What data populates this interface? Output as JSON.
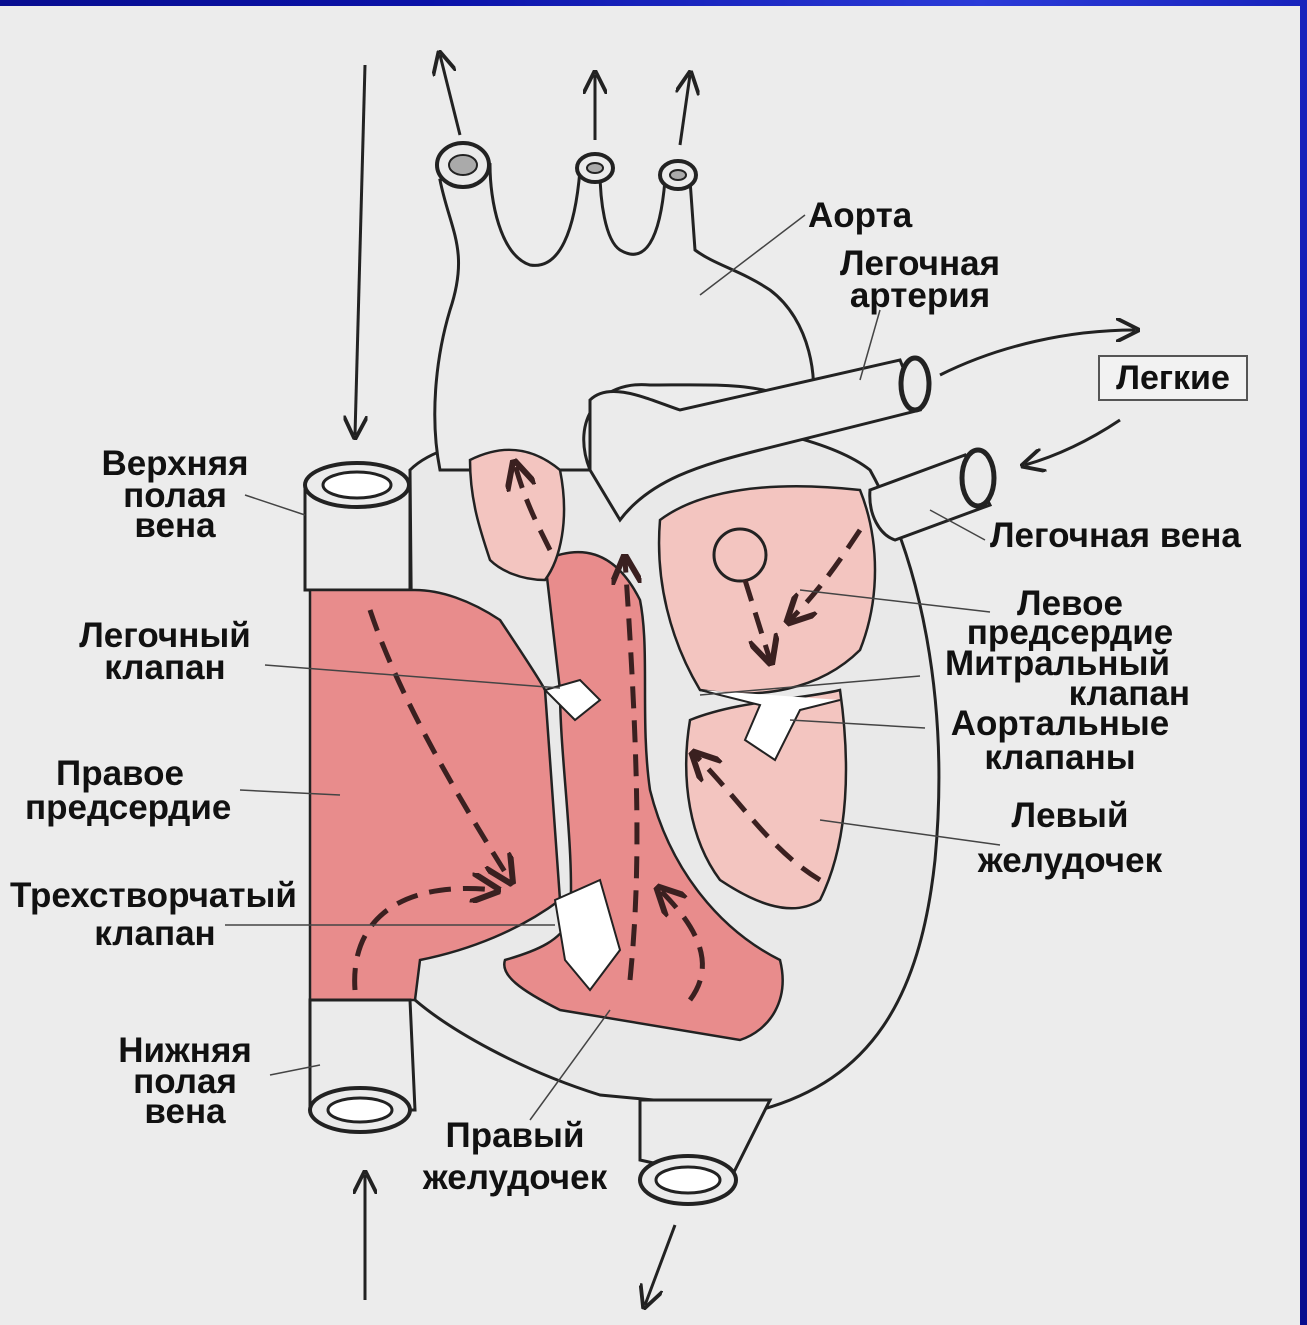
{
  "labels": {
    "aorta": "Аорта",
    "pulmonary_artery_l1": "Легочная",
    "pulmonary_artery_l2": "артерия",
    "lungs": "Легкие",
    "superior_vena_cava_l1": "Верхняя",
    "superior_vena_cava_l2": "полая",
    "superior_vena_cava_l3": "вена",
    "pulmonary_vein": "Легочная вена",
    "pulmonary_valve_l1": "Легочный",
    "pulmonary_valve_l2": "клапан",
    "left_atrium_l1": "Левое",
    "left_atrium_l2": "предсердие",
    "mitral_valve_l1": "Митральный",
    "mitral_valve_l2": "клапан",
    "aortic_valves_l1": "Аортальные",
    "aortic_valves_l2": "клапаны",
    "right_atrium_l1": "Правое",
    "right_atrium_l2": "предсердие",
    "left_ventricle_l1": "Левый",
    "left_ventricle_l2": "желудочек",
    "tricuspid_valve_l1": "Трехстворчатый",
    "tricuspid_valve_l2": "клапан",
    "inferior_vena_cava_l1": "Нижняя",
    "inferior_vena_cava_l2": "полая",
    "inferior_vena_cava_l3": "вена",
    "right_ventricle_l1": "Правый",
    "right_ventricle_l2": "желудочек"
  },
  "colors": {
    "slide_background": "#0a12a8",
    "panel": "#ececec",
    "vessel": "#ebebeb",
    "outline": "#222222",
    "right_heart": "#e88c8c",
    "left_heart": "#f3c5c0",
    "arrow": "#3a2020"
  }
}
